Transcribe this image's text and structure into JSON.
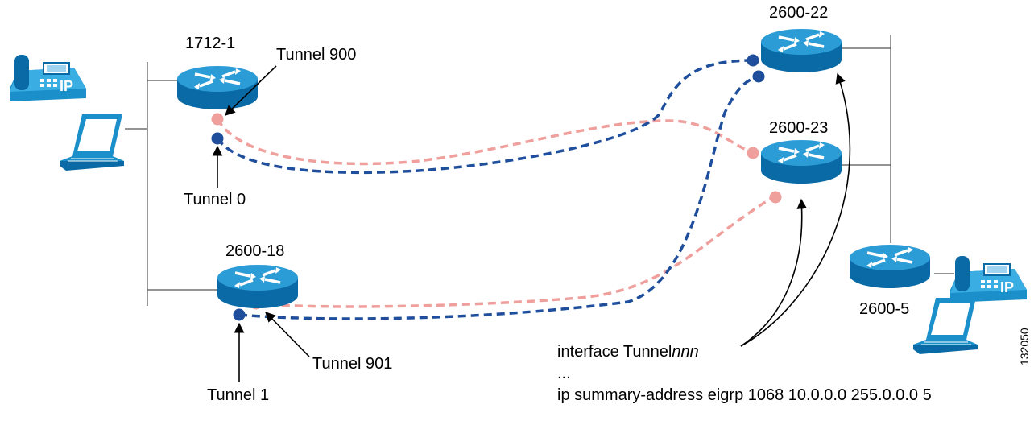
{
  "routers": {
    "r1712_1": "1712-1",
    "r2600_18": "2600-18",
    "r2600_22": "2600-22",
    "r2600_23": "2600-23",
    "r2600_5": "2600-5"
  },
  "tunnels": {
    "t900": "Tunnel 900",
    "t0": "Tunnel 0",
    "t901": "Tunnel 901",
    "t1": "Tunnel 1"
  },
  "config": {
    "line1_prefix": "interface Tunnel",
    "line1_italic": "nnn",
    "line2": "...",
    "line3": "ip summary-address eigrp 1068 10.0.0.0 255.0.0.0 5"
  },
  "figure_id": "132050",
  "colors": {
    "router_top": "#1a8fc9",
    "router_side": "#0a6aa6",
    "tunnel_blue": "#1f4f9c",
    "tunnel_pink": "#ef9f9c",
    "line": "#555555"
  }
}
